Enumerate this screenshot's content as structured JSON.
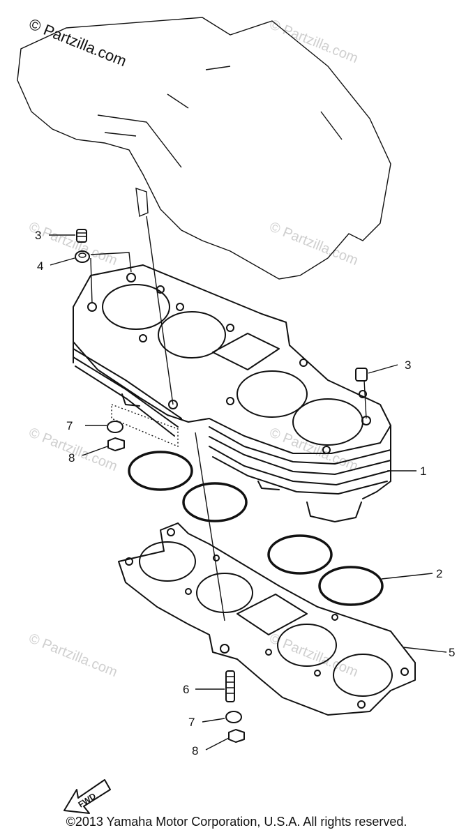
{
  "watermarks": {
    "top_left": "© Partzilla.com",
    "repeat": "© Partzilla.com"
  },
  "callouts": [
    {
      "number": "3",
      "part": "dowel pin (upper left)"
    },
    {
      "number": "4",
      "part": "o-ring"
    },
    {
      "number": "3",
      "part": "dowel pin (right)"
    },
    {
      "number": "7",
      "part": "washer (upper)"
    },
    {
      "number": "8",
      "part": "nut (upper)"
    },
    {
      "number": "1",
      "part": "cylinder"
    },
    {
      "number": "2",
      "part": "o-ring"
    },
    {
      "number": "5",
      "part": "cylinder gasket"
    },
    {
      "number": "6",
      "part": "stud bolt"
    },
    {
      "number": "7",
      "part": "washer (lower)"
    },
    {
      "number": "8",
      "part": "nut (lower)"
    }
  ],
  "fwd_arrow_label": "FWD",
  "copyright": "©2013  Yamaha Motor Corporation, U.S.A. All rights reserved."
}
